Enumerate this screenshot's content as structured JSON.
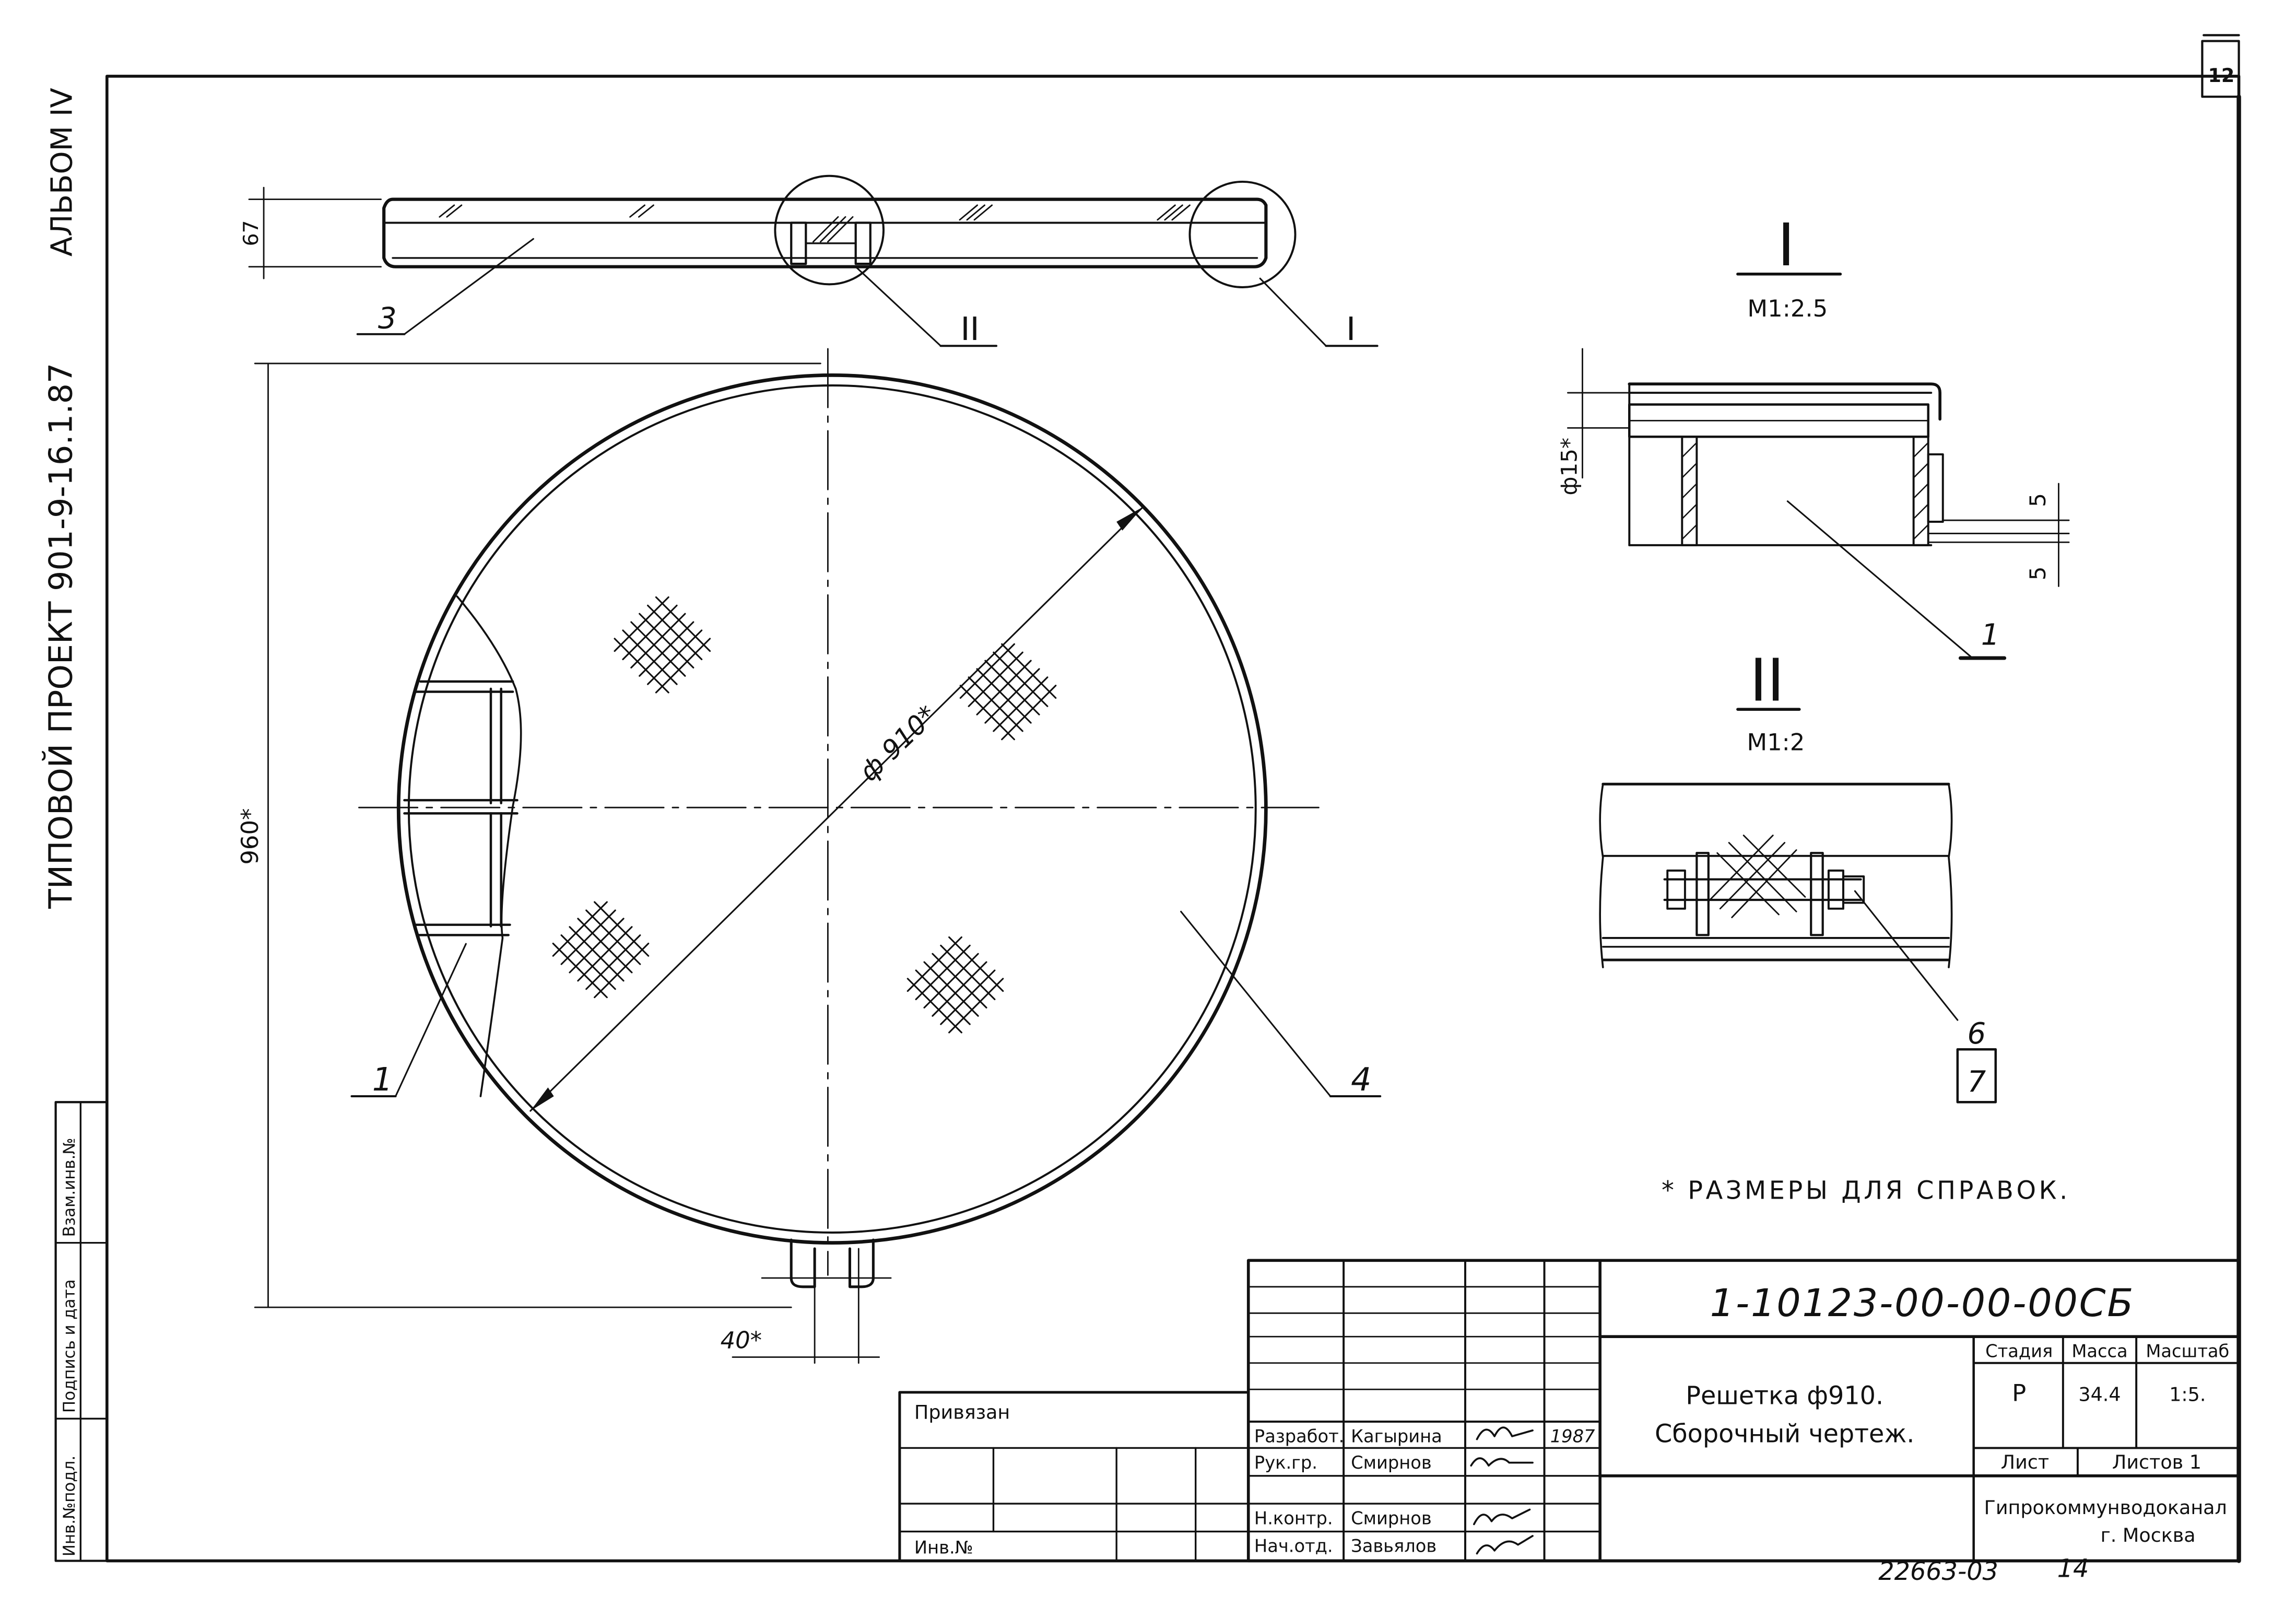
{
  "corner_sheet_number": "12",
  "left_margin": {
    "project_title": "ТИПОВОЙ ПРОЕКТ 901-9-16.1.87",
    "album": "АЛЬБОМ IV"
  },
  "stamp_columns": [
    "Инв.№подл.",
    "Подпись и дата",
    "Взам.инв.№"
  ],
  "main_view": {
    "label_pos_1": "1",
    "label_pos_3": "3",
    "label_pos_4": "4",
    "callout_I": "I",
    "callout_II": "II",
    "dim_height": "67",
    "dim_diameter": "ф 910*",
    "dim_overall": "960*",
    "dim_tab": "40*"
  },
  "detail_I": {
    "title": "I",
    "scale": "M1:2.5",
    "dim_rod": "ф15*",
    "dim_5a": "5",
    "dim_5b": "5",
    "label_pos": "1"
  },
  "detail_II": {
    "title": "II",
    "scale": "M1:2",
    "label_pos_a": "6",
    "label_pos_b": "7"
  },
  "note": "* РАЗМЕРЫ ДЛЯ СПРАВОК.",
  "title_block": {
    "designation": "1-10123-00-00-00СБ",
    "name_line1": "Решетка ф910.",
    "name_line2": "Сборочный чертеж.",
    "col_stage": "Стадия",
    "col_mass": "Масса",
    "col_scale": "Масштаб",
    "stage": "Р",
    "mass": "34.4",
    "scale": "1:5.",
    "sheet_label": "Лист",
    "sheets_label": "Листов 1",
    "organization_line1": "Гипрокоммунводоканал",
    "organization_line2": "г. Москва",
    "privyazan": "Привязан",
    "inv_no": "Инв.№",
    "roles": [
      {
        "role": "Разработ.",
        "name": "Кагырина",
        "date": "1987"
      },
      {
        "role": "Рук.гр.",
        "name": "Смирнов",
        "date": ""
      },
      {
        "role": "",
        "name": "",
        "date": ""
      },
      {
        "role": "Н.контр.",
        "name": "Смирнов",
        "date": ""
      },
      {
        "role": "Нач.отд.",
        "name": "Завьялов",
        "date": ""
      }
    ]
  },
  "footer_code": "22663-03",
  "footer_page": "14"
}
